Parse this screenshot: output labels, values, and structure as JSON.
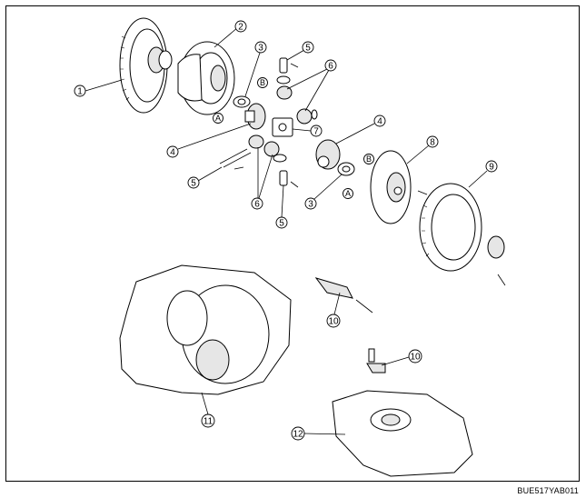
{
  "callouts": [
    {
      "id": "c1",
      "label": "1"
    },
    {
      "id": "c2",
      "label": "2"
    },
    {
      "id": "c3a",
      "label": "3"
    },
    {
      "id": "c3b",
      "label": "3"
    },
    {
      "id": "c4a",
      "label": "4"
    },
    {
      "id": "c4b",
      "label": "4"
    },
    {
      "id": "c5a",
      "label": "5"
    },
    {
      "id": "c5b",
      "label": "5"
    },
    {
      "id": "c5c",
      "label": "5"
    },
    {
      "id": "c6a",
      "label": "6"
    },
    {
      "id": "c6b",
      "label": "6"
    },
    {
      "id": "c7",
      "label": "7"
    },
    {
      "id": "c8",
      "label": "8"
    },
    {
      "id": "c9",
      "label": "9"
    },
    {
      "id": "c10a",
      "label": "10"
    },
    {
      "id": "c10b",
      "label": "10"
    },
    {
      "id": "c11",
      "label": "11"
    },
    {
      "id": "c12",
      "label": "12"
    }
  ],
  "refs": {
    "a": "A",
    "b": "B"
  },
  "figure_code": "BUE517YAB011"
}
